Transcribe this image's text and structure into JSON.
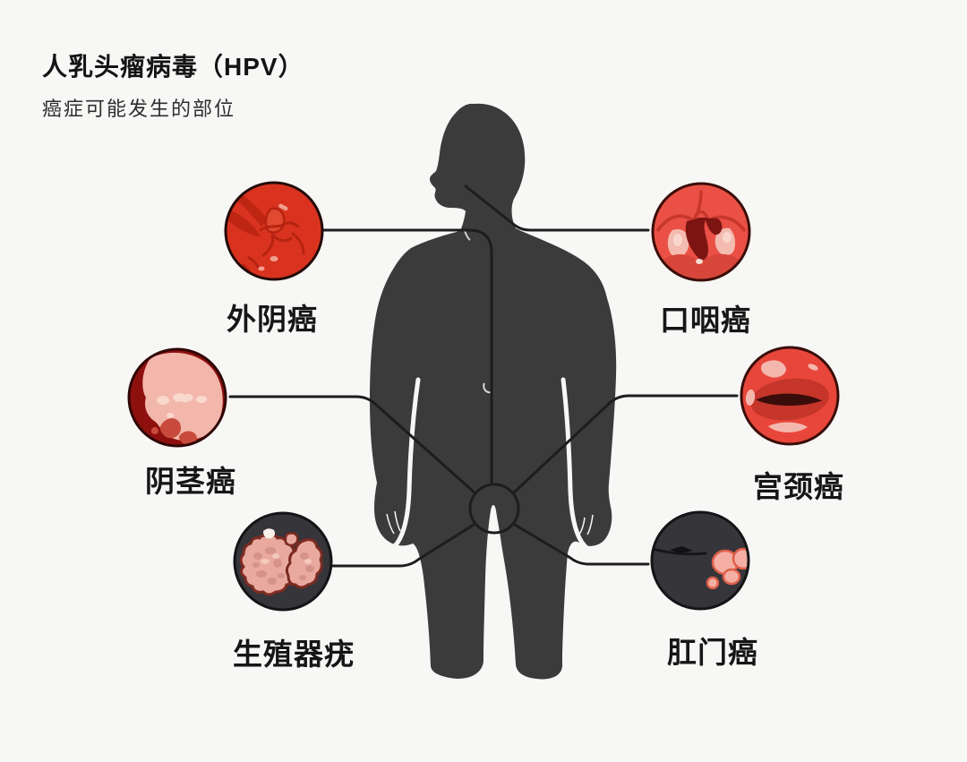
{
  "header": {
    "title": "人乳头瘤病毒（HPV）",
    "subtitle": "癌症可能发生的部位"
  },
  "callouts": [
    {
      "id": "vulvar-cancer",
      "label": "外阴癌",
      "position": "top-left",
      "icon": "vulva-illustration"
    },
    {
      "id": "oropharyngeal-cancer",
      "label": "口咽癌",
      "position": "top-right",
      "icon": "throat-illustration"
    },
    {
      "id": "penile-cancer",
      "label": "阴茎癌",
      "position": "middle-left",
      "icon": "penis-illustration"
    },
    {
      "id": "cervical-cancer",
      "label": "宫颈癌",
      "position": "middle-right",
      "icon": "cervix-illustration"
    },
    {
      "id": "genital-warts",
      "label": "生殖器疣",
      "position": "bottom-left",
      "icon": "warts-illustration"
    },
    {
      "id": "anal-cancer",
      "label": "肛门癌",
      "position": "bottom-right",
      "icon": "anus-illustration"
    }
  ],
  "colors": {
    "background": "#f7f7f6",
    "body_silhouette": "#3b3b3c",
    "connector_line": "#1d1d1f",
    "text": "#161616",
    "vulva_red": "#d93320",
    "throat_red": "#ea5045",
    "penis_dark_red": "#8e100e",
    "cervix_red": "#e8463a",
    "dark_circle": "#35353a",
    "wart_pink": "#e9a99f"
  }
}
